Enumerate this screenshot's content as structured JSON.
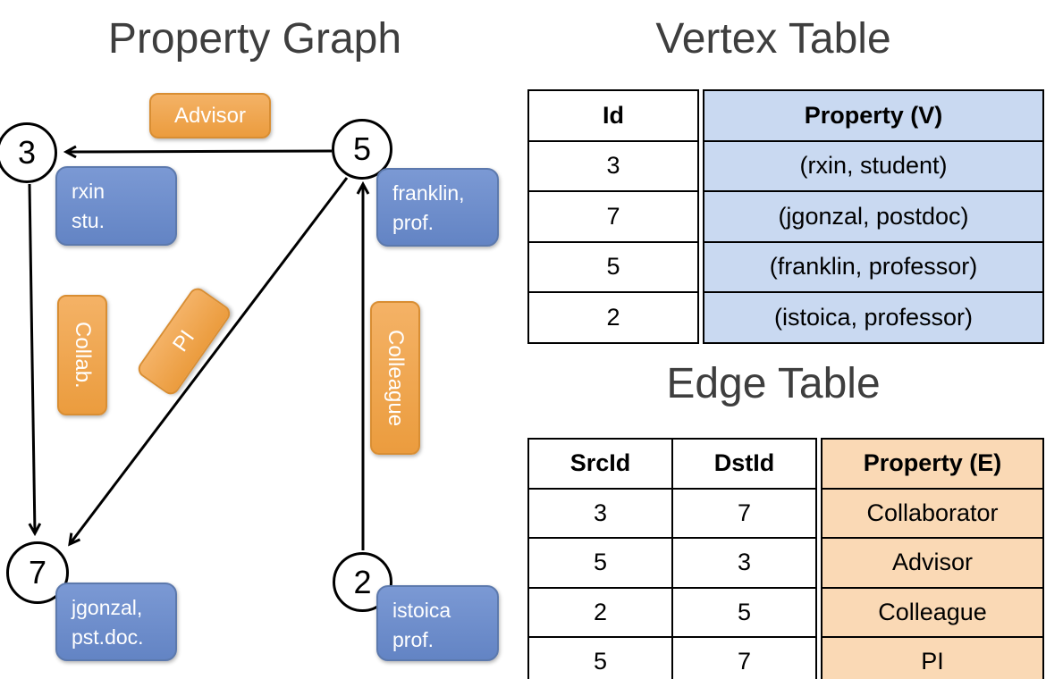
{
  "colors": {
    "orange_fill": "#EFA04C",
    "orange_border": "#D98E33",
    "blue_fill": "#6C8CC9",
    "blue_border": "#5C79AD",
    "table_blue": "#C9D9F1",
    "table_orange": "#FAD9B5",
    "title_text": "#3E3E3E"
  },
  "graph": {
    "title": "Property Graph",
    "nodes": {
      "n3": "3",
      "n5": "5",
      "n7": "7",
      "n2": "2"
    },
    "vertex_labels": {
      "rxin": {
        "line1": "rxin",
        "line2": "stu."
      },
      "franklin": {
        "line1": "franklin,",
        "line2": "prof."
      },
      "jgonzal": {
        "line1": "jgonzal,",
        "line2": "pst.doc."
      },
      "istoica": {
        "line1": "istoica",
        "line2": "prof."
      }
    },
    "edge_labels": {
      "advisor": "Advisor",
      "collab": "Collab.",
      "pi": "PI",
      "colleague": "Colleague"
    }
  },
  "vertex_table": {
    "title": "Vertex Table",
    "id_header": "Id",
    "property_header": "Property (V)",
    "rows": [
      {
        "id": "3",
        "property": "(rxin, student)"
      },
      {
        "id": "7",
        "property": "(jgonzal, postdoc)"
      },
      {
        "id": "5",
        "property": "(franklin, professor)"
      },
      {
        "id": "2",
        "property": "(istoica, professor)"
      }
    ]
  },
  "edge_table": {
    "title": "Edge Table",
    "src_header": "SrcId",
    "dst_header": "DstId",
    "property_header": "Property (E)",
    "rows": [
      {
        "src": "3",
        "dst": "7",
        "property": "Collaborator"
      },
      {
        "src": "5",
        "dst": "3",
        "property": "Advisor"
      },
      {
        "src": "2",
        "dst": "5",
        "property": "Colleague"
      },
      {
        "src": "5",
        "dst": "7",
        "property": "PI"
      }
    ]
  }
}
